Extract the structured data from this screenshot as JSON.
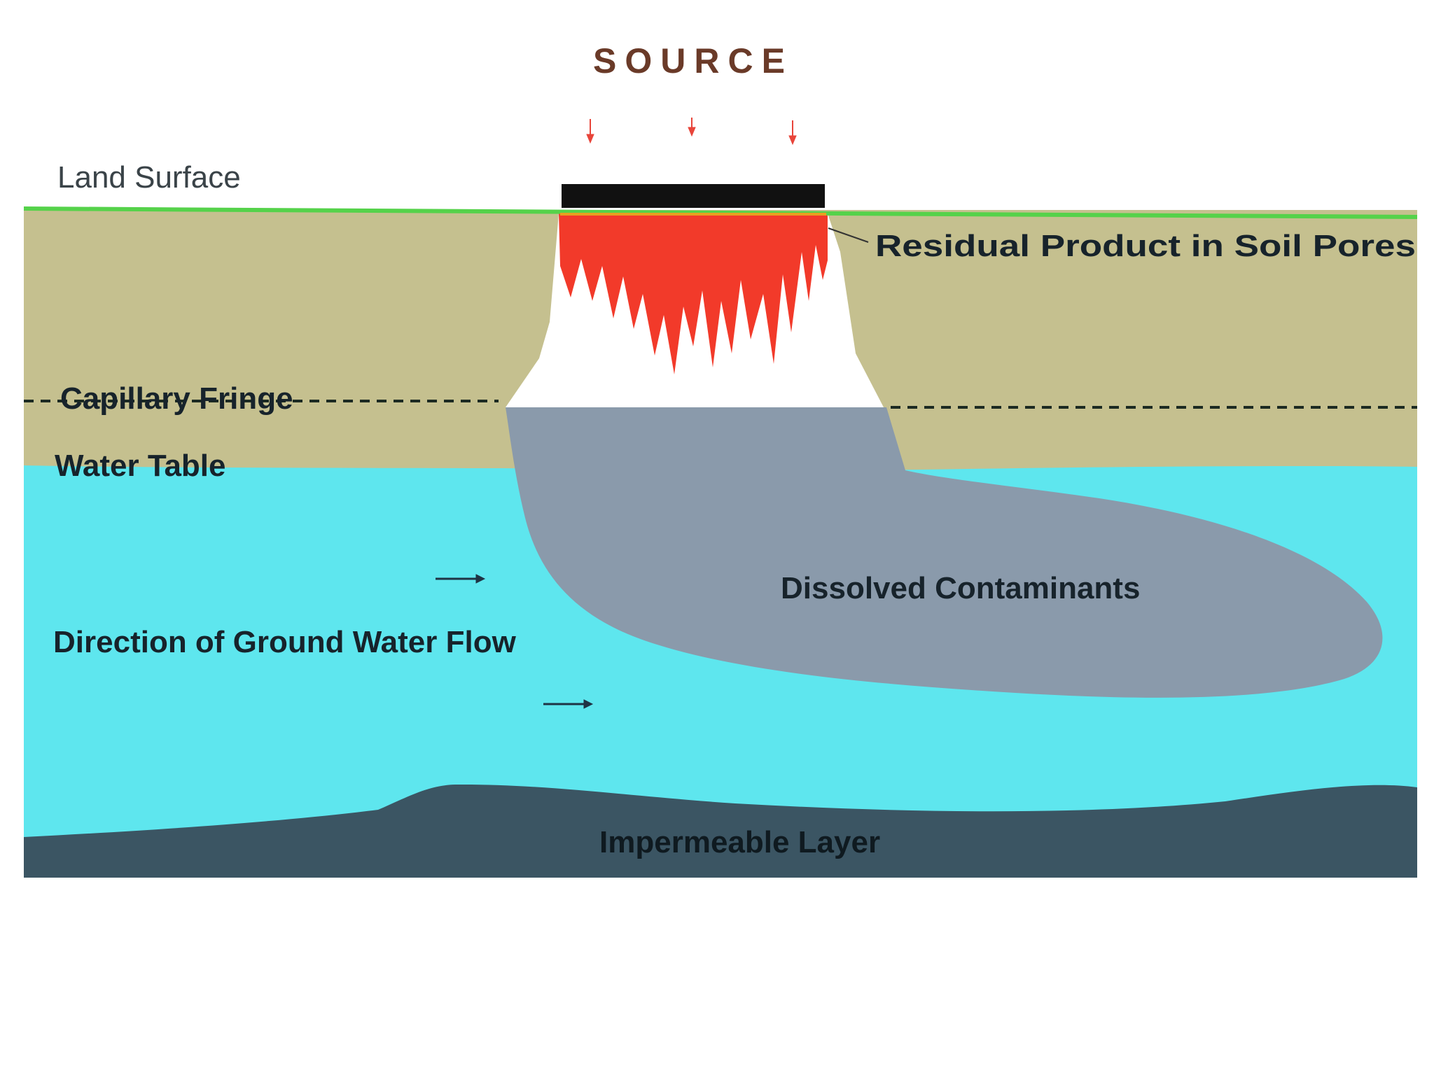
{
  "labels": {
    "source": "SOURCE",
    "land_surface": "Land Surface",
    "residual_product": "Residual Product in Soil Pores",
    "capillary_fringe": "Capillary Fringe",
    "water_table": "Water Table",
    "dissolved_contaminants": "Dissolved Contaminants",
    "flow_direction": "Direction of Ground Water Flow",
    "impermeable_layer": "Impermeable Layer"
  },
  "colors": {
    "background": "#ffffff",
    "soil": "#c5c08f",
    "ground_surface_line": "#55d24a",
    "groundwater": "#5ee6ee",
    "impermeable_layer": "#3b5563",
    "contaminant_plume": "#8a9aab",
    "residual_product": "#f23a2a",
    "vadose_white": "#ffffff",
    "source_slab": "#111111",
    "source_text": "#6a3a28",
    "label_text": "#17232b",
    "leak_arrows": "#e8453a"
  },
  "icons": {
    "leak_arrow": "arrow-down-icon",
    "flow_arrow": "arrow-right-icon"
  }
}
